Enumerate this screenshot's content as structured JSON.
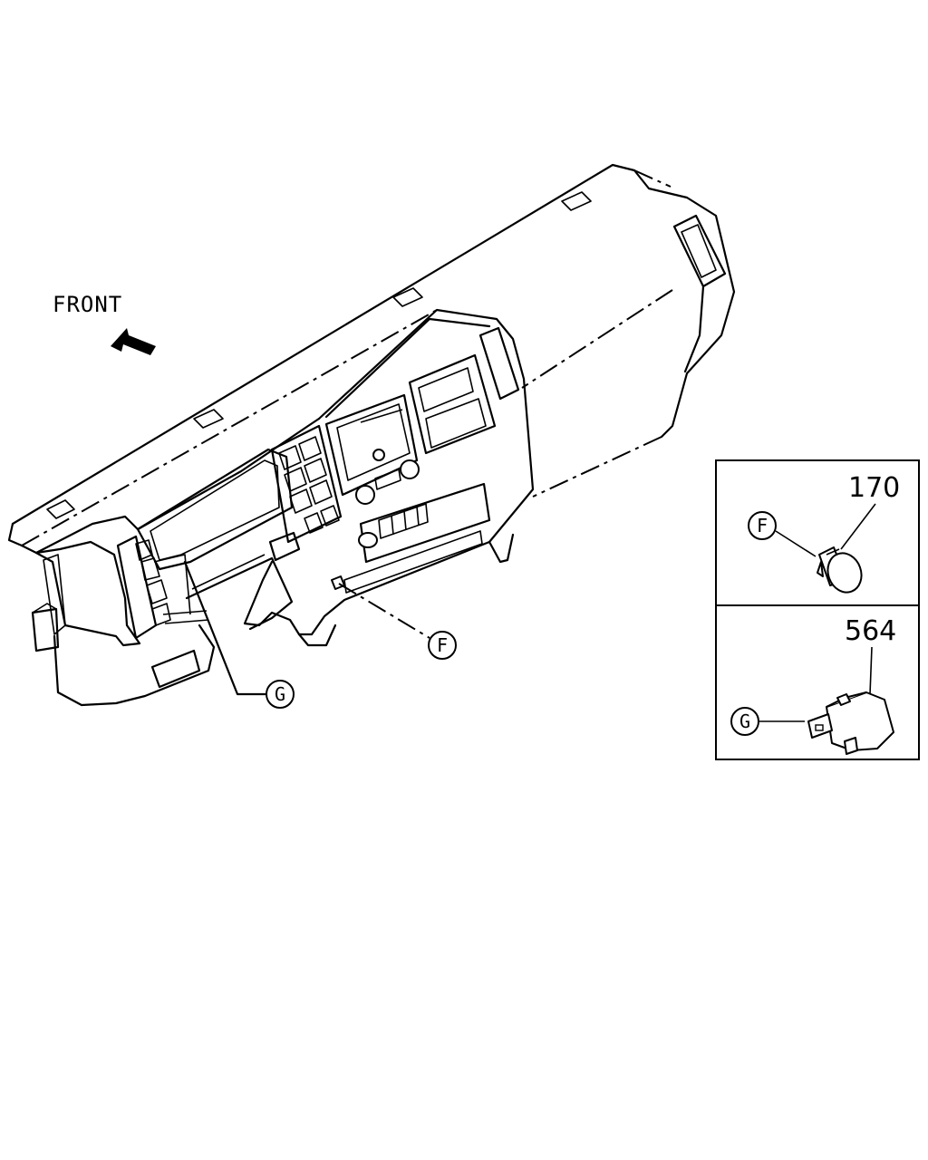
{
  "orientation": {
    "label": "FRONT"
  },
  "callouts": [
    {
      "letter": "F"
    },
    {
      "letter": "G"
    }
  ],
  "detail_panels": [
    {
      "part_number": "170",
      "callout_letter": "F"
    },
    {
      "part_number": "564",
      "callout_letter": "G"
    }
  ]
}
